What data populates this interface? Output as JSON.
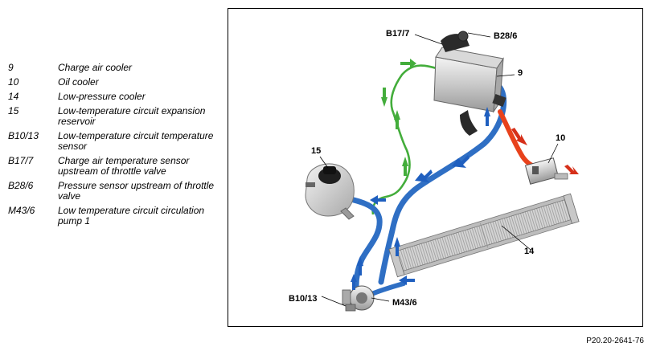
{
  "legend": [
    {
      "key": "9",
      "desc": "Charge air cooler"
    },
    {
      "key": "10",
      "desc": "Oil cooler"
    },
    {
      "key": "14",
      "desc": "Low-pressure cooler"
    },
    {
      "key": "15",
      "desc": "Low-temperature circuit expansion reservoir"
    },
    {
      "key": "B10/13",
      "desc": "Low-temperature circuit temperature sensor"
    },
    {
      "key": "B17/7",
      "desc": "Charge air temperature sensor upstream of throttle valve"
    },
    {
      "key": "B28/6",
      "desc": "Pressure sensor upstream of throttle valve"
    },
    {
      "key": "M43/6",
      "desc": "Low temperature circuit circulation pump 1"
    }
  ],
  "callouts": {
    "b17_7": "B17/7",
    "b28_6": "B28/6",
    "c9": "9",
    "c10": "10",
    "c14": "14",
    "c15": "15",
    "b10_13": "B10/13",
    "m43_6": "M43/6"
  },
  "figure_id": "P20.20-2641-76",
  "colors": {
    "coolant_blue": "#2f6fc4",
    "arrow_blue": "#1f5fbf",
    "green_line": "#43ad3b",
    "hot_orange": "#e8421c",
    "hot_arrow": "#d6301a"
  }
}
